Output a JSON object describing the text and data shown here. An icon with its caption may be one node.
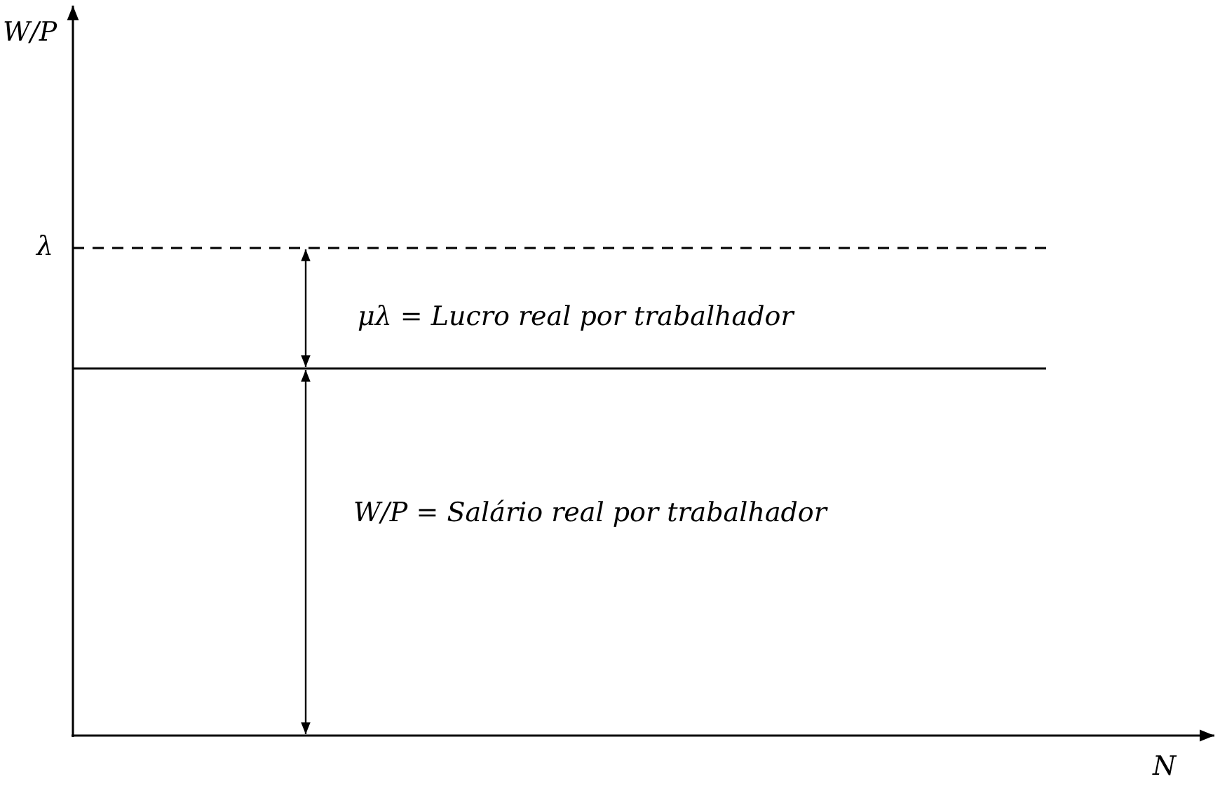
{
  "diagram": {
    "labels": [
      "W/P",
      "λ",
      "μλ = Lucro real por trabalhador",
      "W/P = Salário real por trabalhador",
      "N"
    ]
  }
}
